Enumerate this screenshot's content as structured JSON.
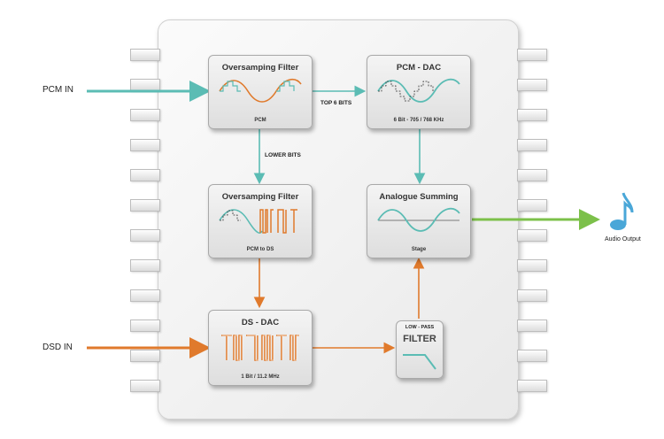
{
  "inputs": {
    "pcm_in": "PCM IN",
    "dsd_in": "DSD IN"
  },
  "output": {
    "label": "Audio Output",
    "icon": "music-note-icon"
  },
  "blocks": {
    "os_filter_pcm": {
      "title": "Oversamping Filter",
      "subtitle": "PCM"
    },
    "pcm_dac": {
      "title": "PCM - DAC",
      "subtitle": "6 Bit - 705 / 768 KHz"
    },
    "os_filter_ds": {
      "title": "Oversamping Filter",
      "subtitle": "PCM to DS"
    },
    "analogue_summing": {
      "title": "Analogue Summing",
      "subtitle": "Stage"
    },
    "ds_dac": {
      "title": "DS - DAC",
      "subtitle": "1 Bit / 11.2 MHz"
    },
    "lowpass_filter": {
      "top": "LOW - PASS",
      "title": "FILTER"
    }
  },
  "edge_labels": {
    "top_bits": "TOP 6 BITS",
    "lower_bits": "LOWER BITS"
  },
  "colors": {
    "teal": "#5bbcb4",
    "orange": "#e07a2c",
    "green": "#7cc04a",
    "note": "#4aa7d8"
  }
}
